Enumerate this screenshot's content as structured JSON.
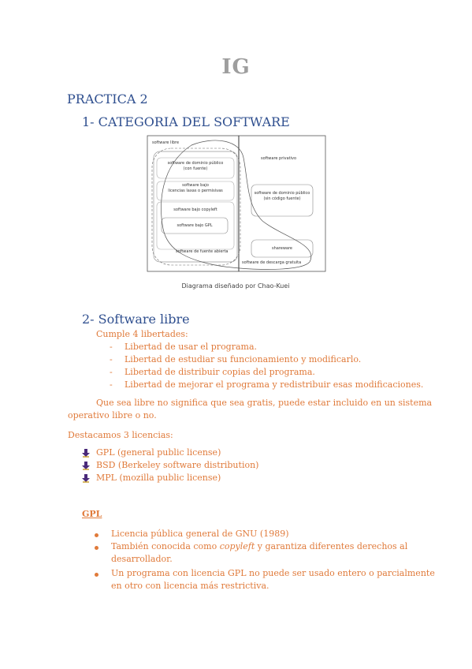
{
  "title": "IG",
  "practica": "PRACTICA 2",
  "section1": {
    "heading": "1- CATEGORIA DEL SOFTWARE"
  },
  "diagram": {
    "outer_label": "software libre",
    "box_dominio_publico": [
      "software de dominio público",
      "(con fuente)"
    ],
    "box_bajo_licencias": [
      "software bajo",
      "licencias laxas o permisivas"
    ],
    "box_copyleft": "software bajo copyleft",
    "box_gpl": "software bajo GPL",
    "fuente_abierta": "software de fuente abierta",
    "privativo": "software privativo",
    "box_dominio_sin": [
      "software de dominio público",
      "(sin código fuente)"
    ],
    "shareware": "shareware",
    "descarga": "software de descarga gratuita",
    "caption": "Diagrama diseñado por Chao-Kuei"
  },
  "section2": {
    "heading": "2- Software libre",
    "intro": "Cumple 4 libertades:",
    "libertades": [
      "Libertad de usar el programa.",
      "Libertad de estudiar su funcionamiento y modificarlo.",
      "Libertad de distribuir copias del programa.",
      "Libertad de mejorar el programa y redistribuir esas modificaciones."
    ],
    "para_line1": "Que sea libre no significa que sea gratis, puede estar incluido en un sistema",
    "para_line2": "operativo libre o no.",
    "destacamos": "Destacamos 3 licencias:",
    "licencias": [
      "GPL (general public license)",
      "BSD (Berkeley software distribution)",
      "MPL (mozilla public license)"
    ]
  },
  "gpl": {
    "heading": "GPL",
    "item1": "Licencia pública general de GNU (1989)",
    "item2_pre": "También conocida como ",
    "item2_em": "copyleft",
    "item2_post": " y garantiza diferentes derechos al",
    "item2_line2": "desarrollador.",
    "item3_line1": "Un programa con licencia GPL no puede ser usado entero o parcialmente",
    "item3_line2": "en otro con licencia más restrictiva."
  },
  "colors": {
    "heading": "#2f4f8f",
    "body": "#e07a3a",
    "title": "#9e9e9e"
  }
}
